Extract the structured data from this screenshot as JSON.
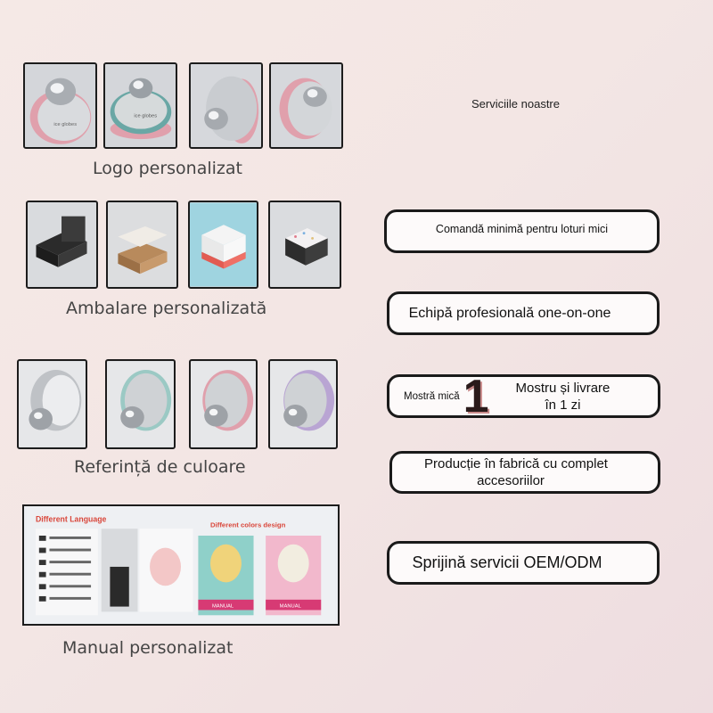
{
  "heading": "Serviciile noastre",
  "sections": {
    "logo": {
      "caption": "Logo personalizat",
      "device_text": "ice globes"
    },
    "packaging": {
      "caption": "Ambalare personalizată"
    },
    "color": {
      "caption": "Referință de culoare"
    },
    "manual": {
      "caption": "Manual personalizat",
      "left_title": "Different Language",
      "right_title": "Different colors design",
      "manual_label": "MANUAL"
    }
  },
  "services": {
    "moq": "Comandă minimă pentru loturi mici",
    "team": "Echipă profesională one-on-one",
    "sample_small": "Mostră mică",
    "sample_big_digit": "1",
    "sample_main_line1": "Mostru și livrare",
    "sample_main_line2": "în 1 zi",
    "factory_line1": "Producție în fabrică cu complet",
    "factory_line2": "accesoriilor",
    "oem": "Sprijină servicii OEM/ODM"
  },
  "colors": {
    "pink": "#e0a0ac",
    "teal": "#9bc9c4",
    "lavender": "#b9a5d3",
    "silver": "#c5c8cc",
    "pill_border": "#1a1a1a"
  }
}
